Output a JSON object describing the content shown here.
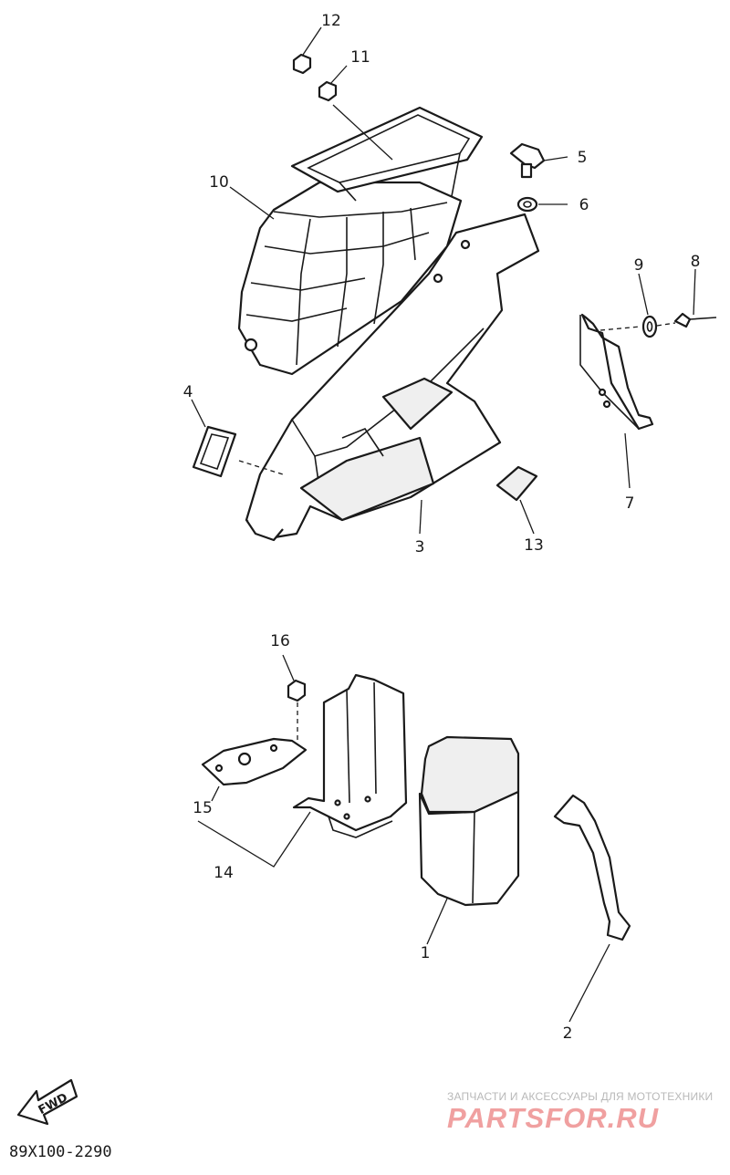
{
  "diagram": {
    "callouts": [
      "1",
      "2",
      "3",
      "4",
      "5",
      "6",
      "7",
      "8",
      "9",
      "10",
      "11",
      "12",
      "13",
      "14",
      "15",
      "16"
    ],
    "direction_marker": "FWD",
    "reference_code": "89X100-2290"
  },
  "watermark": {
    "tagline": "ЗАПЧАСТИ И АКСЕССУАРЫ ДЛЯ МОТОТЕХНИКИ",
    "logo": "PARTSFOR.RU"
  }
}
